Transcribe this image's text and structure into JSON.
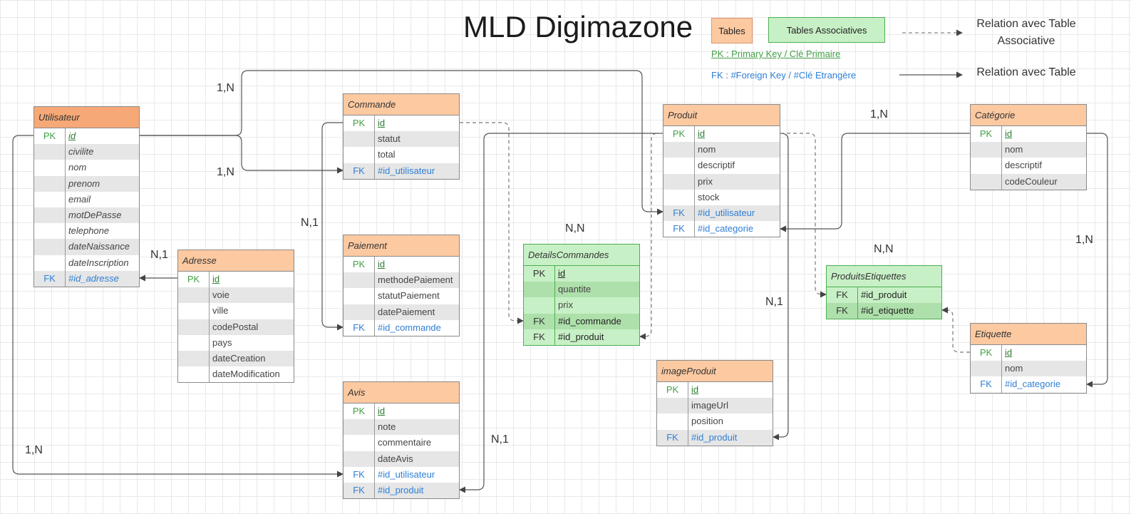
{
  "title": "MLD Digimazone",
  "legend": {
    "tables": "Tables",
    "assoc_tables": "Tables Associatives",
    "pk_note": "PK : Primary Key / Clé Primaire",
    "fk_note": "FK : #Foreign Key / #Clé Etrangère",
    "rel_assoc_line1": "Relation avec Table",
    "rel_assoc_line2": "Associative",
    "rel_table": "Relation avec Table"
  },
  "colors": {
    "table_header": "#fcc9a1",
    "selected_header": "#f6a877",
    "assoc_fill": "#c8f0c6",
    "assoc_border": "#4caf50",
    "pk_text": "#43a047",
    "fk_text": "#2f7fd6",
    "row_alt": "#e6e6e6",
    "line": "#555555"
  },
  "tables": {
    "utilisateur": {
      "name": "Utilisateur",
      "fields": [
        {
          "key": "PK",
          "name": "id"
        },
        {
          "key": "",
          "name": "civilite"
        },
        {
          "key": "",
          "name": "nom"
        },
        {
          "key": "",
          "name": "prenom"
        },
        {
          "key": "",
          "name": "email"
        },
        {
          "key": "",
          "name": "motDePasse"
        },
        {
          "key": "",
          "name": "telephone"
        },
        {
          "key": "",
          "name": "dateNaissance"
        },
        {
          "key": "",
          "name": "dateInscription"
        },
        {
          "key": "FK",
          "name": "#id_adresse"
        }
      ]
    },
    "adresse": {
      "name": "Adresse",
      "fields": [
        {
          "key": "PK",
          "name": "id"
        },
        {
          "key": "",
          "name": "voie"
        },
        {
          "key": "",
          "name": "ville"
        },
        {
          "key": "",
          "name": "codePostal"
        },
        {
          "key": "",
          "name": "pays"
        },
        {
          "key": "",
          "name": "dateCreation"
        },
        {
          "key": "",
          "name": "dateModification"
        }
      ]
    },
    "commande": {
      "name": "Commande",
      "fields": [
        {
          "key": "PK",
          "name": "id"
        },
        {
          "key": "",
          "name": "statut"
        },
        {
          "key": "",
          "name": "total"
        },
        {
          "key": "FK",
          "name": "#id_utilisateur"
        }
      ]
    },
    "paiement": {
      "name": "Paiement",
      "fields": [
        {
          "key": "PK",
          "name": "id"
        },
        {
          "key": "",
          "name": "methodePaiement"
        },
        {
          "key": "",
          "name": "statutPaiement"
        },
        {
          "key": "",
          "name": "datePaiement"
        },
        {
          "key": "FK",
          "name": "#id_commande"
        }
      ]
    },
    "avis": {
      "name": "Avis",
      "fields": [
        {
          "key": "PK",
          "name": "id"
        },
        {
          "key": "",
          "name": "note"
        },
        {
          "key": "",
          "name": "commentaire"
        },
        {
          "key": "",
          "name": "dateAvis"
        },
        {
          "key": "FK",
          "name": "#id_utilisateur"
        },
        {
          "key": "FK",
          "name": "#id_produit"
        }
      ]
    },
    "details": {
      "name": "DetailsCommandes",
      "fields": [
        {
          "key": "PK",
          "name": "id"
        },
        {
          "key": "",
          "name": "quantite"
        },
        {
          "key": "",
          "name": "prix"
        },
        {
          "key": "FK",
          "name": "#id_commande"
        },
        {
          "key": "FK",
          "name": "#id_produit"
        }
      ]
    },
    "produit": {
      "name": "Produit",
      "fields": [
        {
          "key": "PK",
          "name": "id"
        },
        {
          "key": "",
          "name": "nom"
        },
        {
          "key": "",
          "name": "descriptif"
        },
        {
          "key": "",
          "name": "prix"
        },
        {
          "key": "",
          "name": "stock"
        },
        {
          "key": "FK",
          "name": "#id_utilisateur"
        },
        {
          "key": "FK",
          "name": "#id_categorie"
        }
      ]
    },
    "image": {
      "name": "imageProduit",
      "fields": [
        {
          "key": "PK",
          "name": "id"
        },
        {
          "key": "",
          "name": "imageUrl"
        },
        {
          "key": "",
          "name": "position"
        },
        {
          "key": "FK",
          "name": "#id_produit"
        }
      ]
    },
    "categorie": {
      "name": "Catégorie",
      "fields": [
        {
          "key": "PK",
          "name": "id"
        },
        {
          "key": "",
          "name": "nom"
        },
        {
          "key": "",
          "name": "descriptif"
        },
        {
          "key": "",
          "name": "codeCouleur"
        }
      ]
    },
    "prodetiq": {
      "name": "ProduitsEtiquettes",
      "fields": [
        {
          "key": "FK",
          "name": "#id_produit"
        },
        {
          "key": "FK",
          "name": "#id_etiquette"
        }
      ]
    },
    "etiquette": {
      "name": "Etiquette",
      "fields": [
        {
          "key": "PK",
          "name": "id"
        },
        {
          "key": "",
          "name": "nom"
        },
        {
          "key": "FK",
          "name": "#id_categorie"
        }
      ]
    }
  },
  "cardinalities": {
    "c_util_prod": "1,N",
    "c_util_cmd": "1,N",
    "c_cmd_paie": "N,1",
    "c_util_adr": "N,1",
    "c_util_avis": "1,N",
    "c_avis_prod": "N,1",
    "c_details": "N,N",
    "c_prod_img": "N,1",
    "c_cat_prod": "1,N",
    "c_prodetiq": "N,N",
    "c_cat_etiq": "1,N"
  }
}
